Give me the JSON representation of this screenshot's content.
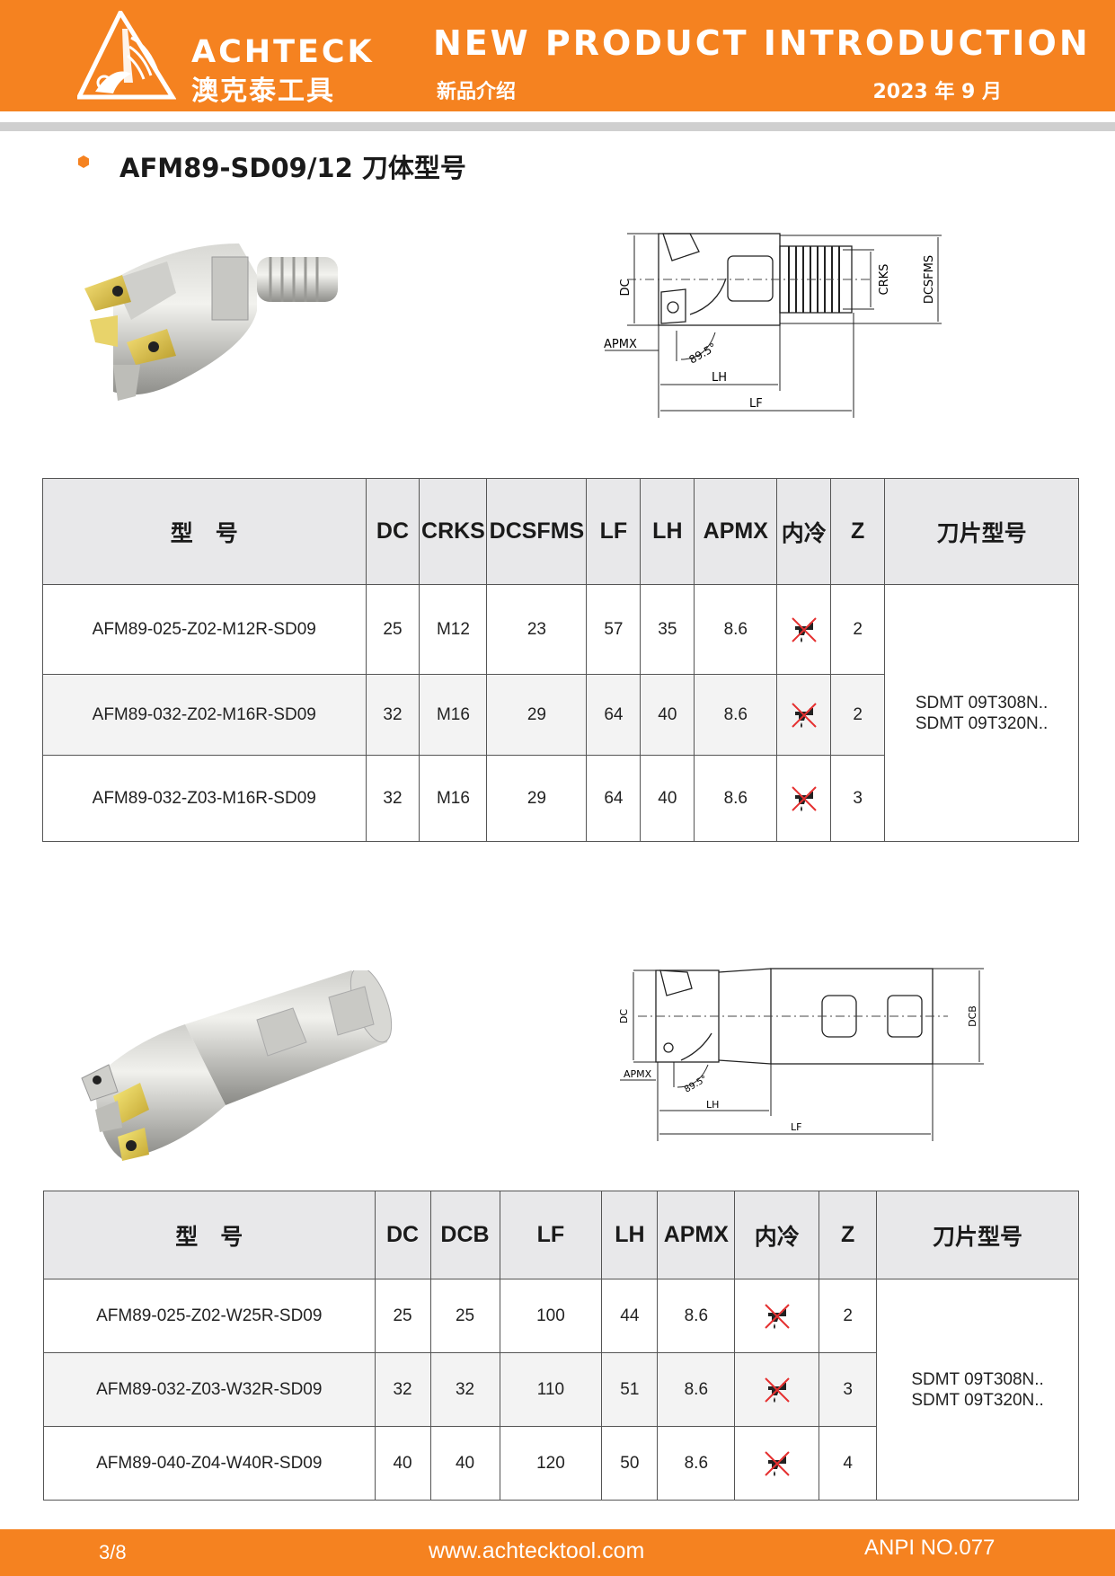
{
  "header": {
    "brand_en": "ACHTECK",
    "brand_cn": "澳克泰工具",
    "title": "NEW PRODUCT INTRODUCTION",
    "subtitle": "新品介绍",
    "date": "2023 年 9 月"
  },
  "colors": {
    "brand": "#f58220",
    "header_text": "#ffffff",
    "table_header_bg": "#e8e8ea",
    "divider": "#cfcfcf"
  },
  "section": {
    "title": "AFM89-SD09/12 刀体型号"
  },
  "drawing1": {
    "labels": {
      "dc": "DC",
      "crks": "CRKS",
      "dcsfms": "DCSFMS",
      "apmx": "APMX",
      "angle": "89.5°",
      "lh": "LH",
      "lf": "LF"
    }
  },
  "drawing2": {
    "labels": {
      "dc": "DC",
      "dcb": "DCB",
      "apmx": "APMX",
      "angle": "89.5°",
      "lh": "LH",
      "lf": "LF"
    }
  },
  "table1": {
    "headers": [
      "型　号",
      "DC",
      "CRKS",
      "DCSFMS",
      "LF",
      "LH",
      "APMX",
      "内冷",
      "Z",
      "刀片型号"
    ],
    "rows": [
      [
        "AFM89-025-Z02-M12R-SD09",
        "25",
        "M12",
        "23",
        "57",
        "35",
        "8.6",
        "2"
      ],
      [
        "AFM89-032-Z02-M16R-SD09",
        "32",
        "M16",
        "29",
        "64",
        "40",
        "8.6",
        "2"
      ],
      [
        "AFM89-032-Z03-M16R-SD09",
        "32",
        "M16",
        "29",
        "64",
        "40",
        "8.6",
        "3"
      ]
    ],
    "insert_1": "SDMT 09T308N..",
    "insert_2": "SDMT 09T320N.."
  },
  "table2": {
    "headers": [
      "型　号",
      "DC",
      "DCB",
      "LF",
      "LH",
      "APMX",
      "内冷",
      "Z",
      "刀片型号"
    ],
    "rows": [
      [
        "AFM89-025-Z02-W25R-SD09",
        "25",
        "25",
        "100",
        "44",
        "8.6",
        "2"
      ],
      [
        "AFM89-032-Z03-W32R-SD09",
        "32",
        "32",
        "110",
        "51",
        "8.6",
        "3"
      ],
      [
        "AFM89-040-Z04-W40R-SD09",
        "40",
        "40",
        "120",
        "50",
        "8.6",
        "4"
      ]
    ],
    "insert_1": "SDMT 09T308N..",
    "insert_2": "SDMT 09T320N.."
  },
  "coolant_icon": "no-internal-coolant-icon",
  "footer": {
    "page": "3/8",
    "url": "www.achtecktool.com",
    "anpi": "ANPI NO.077"
  }
}
